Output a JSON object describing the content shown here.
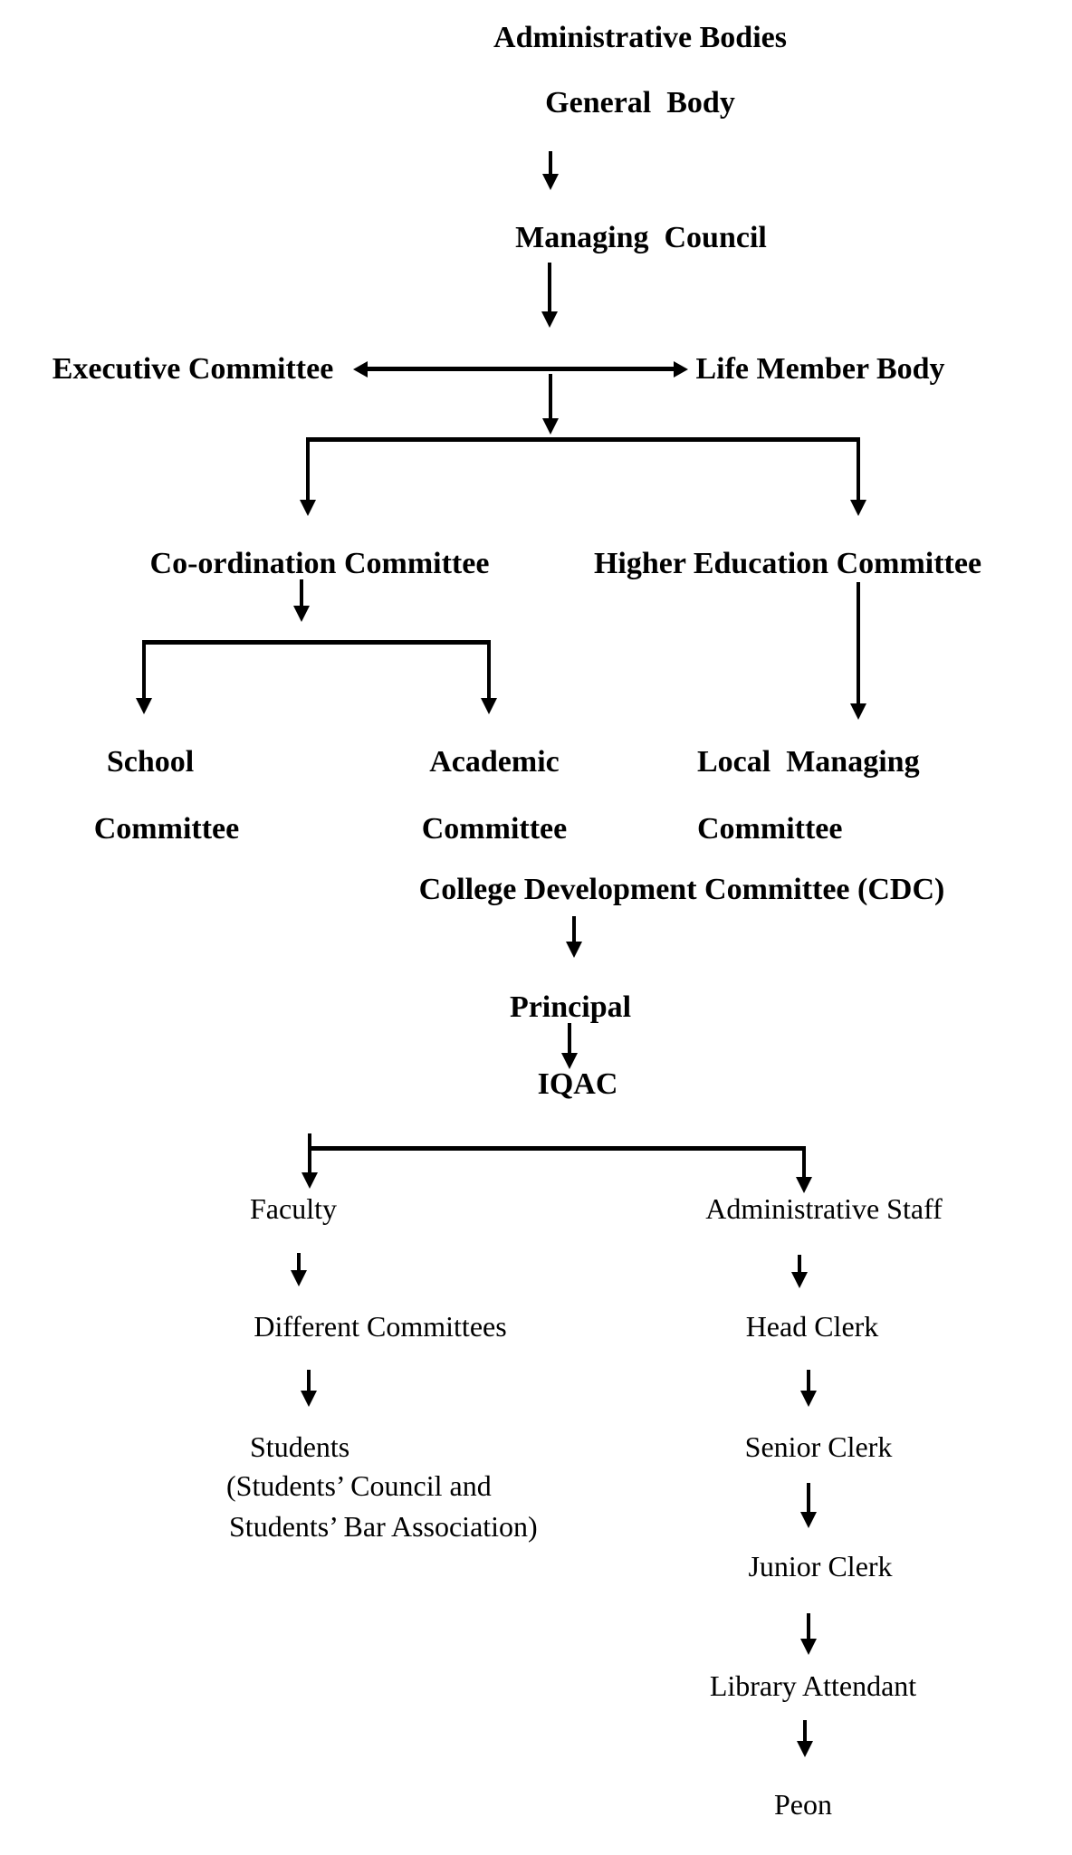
{
  "page": {
    "background_color": "#ffffff",
    "line_color": "#000000",
    "text_color": "#000000"
  },
  "diagram": {
    "title": "Administrative Bodies",
    "nodes": {
      "general_body": "General  Body",
      "managing_council": "Managing  Council",
      "executive_committee": "Executive Committee",
      "life_member_body": "Life Member Body",
      "coordination_committee": "Co-ordination Committee",
      "higher_education_committee": "Higher Education Committee",
      "school_line1": "School",
      "school_line2": "Committee",
      "academic_line1": "Academic",
      "academic_line2": "Committee",
      "local_managing_line1": "Local  Managing",
      "local_managing_line2": "Committee",
      "cdc": "College Development Committee (CDC)",
      "principal": "Principal",
      "iqac": "IQAC",
      "faculty": "Faculty",
      "administrative_staff": "Administrative Staff",
      "different_committees": "Different Committees",
      "students": "Students",
      "students_note_line1": "(Students’ Council and",
      "students_note_line2": "Students’ Bar Association)",
      "head_clerk": "Head Clerk",
      "senior_clerk": "Senior Clerk",
      "junior_clerk": "Junior Clerk",
      "library_attendant": "Library Attendant",
      "peon": "Peon"
    }
  }
}
